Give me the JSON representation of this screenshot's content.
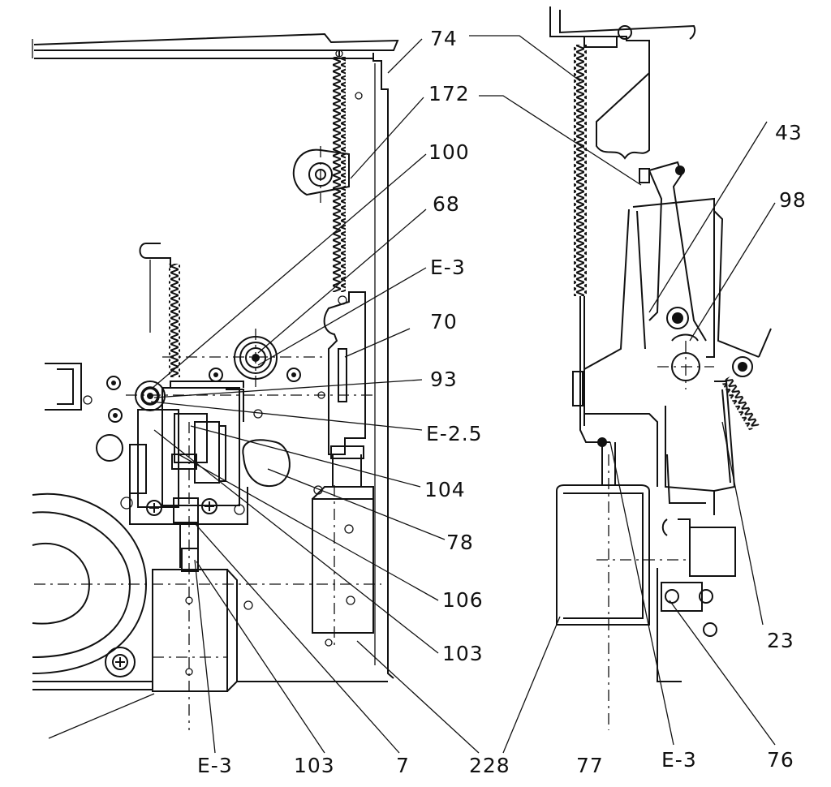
{
  "labels": [
    {
      "id": "74",
      "text": "74"
    },
    {
      "id": "172",
      "text": "172"
    },
    {
      "id": "100",
      "text": "100"
    },
    {
      "id": "68",
      "text": "68"
    },
    {
      "id": "e3_top",
      "text": "E-3"
    },
    {
      "id": "70",
      "text": "70"
    },
    {
      "id": "93",
      "text": "93"
    },
    {
      "id": "e25",
      "text": "E-2.5"
    },
    {
      "id": "104",
      "text": "104"
    },
    {
      "id": "78",
      "text": "78"
    },
    {
      "id": "106",
      "text": "106"
    },
    {
      "id": "103_right",
      "text": "103"
    },
    {
      "id": "e3_bottom_left",
      "text": "E-3"
    },
    {
      "id": "103_bottom",
      "text": "103"
    },
    {
      "id": "7",
      "text": "7"
    },
    {
      "id": "228",
      "text": "228"
    },
    {
      "id": "77",
      "text": "77"
    },
    {
      "id": "e3_bottom_right",
      "text": "E-3"
    },
    {
      "id": "76",
      "text": "76"
    },
    {
      "id": "43",
      "text": "43"
    },
    {
      "id": "98",
      "text": "98"
    },
    {
      "id": "23",
      "text": "23"
    }
  ]
}
